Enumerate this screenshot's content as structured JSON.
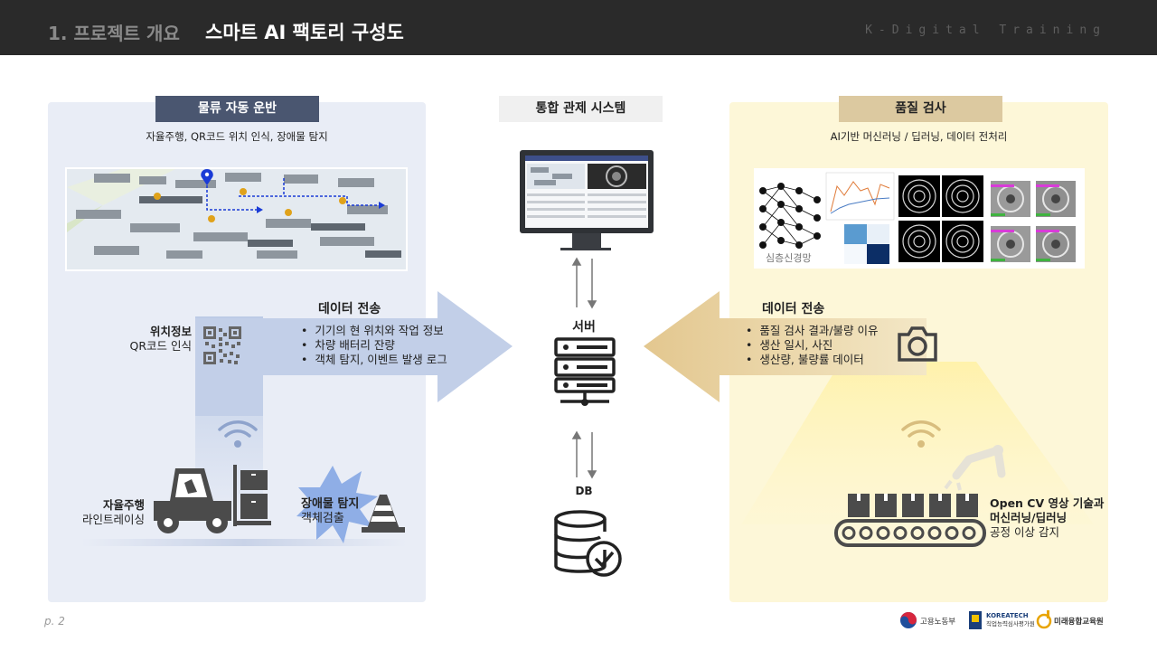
{
  "header": {
    "section_title": "1. 프로젝트 개요",
    "page_title": "스마트 AI 팩토리 구성도",
    "brand": "K-Digital Training"
  },
  "left": {
    "tag": "물류 자동 운반",
    "subtitle": "자율주행, QR코드 위치 인식, 장애물 탐지",
    "data_title": "데이터 전송",
    "list": [
      "기기의 현 위치와 작업 정보",
      "차량 배터리 잔량",
      "객체 탐지, 이벤트 발생 로그"
    ],
    "location_bold": "위치정보",
    "location_sub": "QR코드 인식",
    "auto_bold": "자율주행",
    "auto_sub": "라인트레이싱",
    "obstacle_bold": "장애물 탐지",
    "obstacle_sub": "객체검출"
  },
  "center": {
    "tag": "통합 관제 시스템",
    "server_label": "서버",
    "db_label": "DB"
  },
  "right": {
    "tag": "품질 검사",
    "subtitle": "AI기반 머신러닝 / 딥러닝, 데이터 전처리",
    "nn_label": "심층신경망",
    "data_title": "데이터 전송",
    "list": [
      "품질 검사 결과/불량 이유",
      "생산 일시, 사진",
      "생산량, 불량률 데이터"
    ],
    "cv_line1": "Open CV 영상 기술과",
    "cv_line2": "머신러닝/딥러닝",
    "cv_line3": "공정 이상 감지"
  },
  "footer": {
    "page": "p. 2",
    "logo1": "고용노동부",
    "logo2_line1": "KOREATECH",
    "logo2_line2": "직업능력심사평가원",
    "logo3": "미래융합교육원"
  },
  "colors": {
    "header_bg": "#2a2a2a",
    "left_panel": "#e9edf6",
    "right_panel": "#fdf7d8",
    "left_arrow": "#c2cfe8",
    "right_arrow": "#e8d5a8",
    "left_tag": "#4a5670",
    "right_tag": "#dcc9a0"
  }
}
